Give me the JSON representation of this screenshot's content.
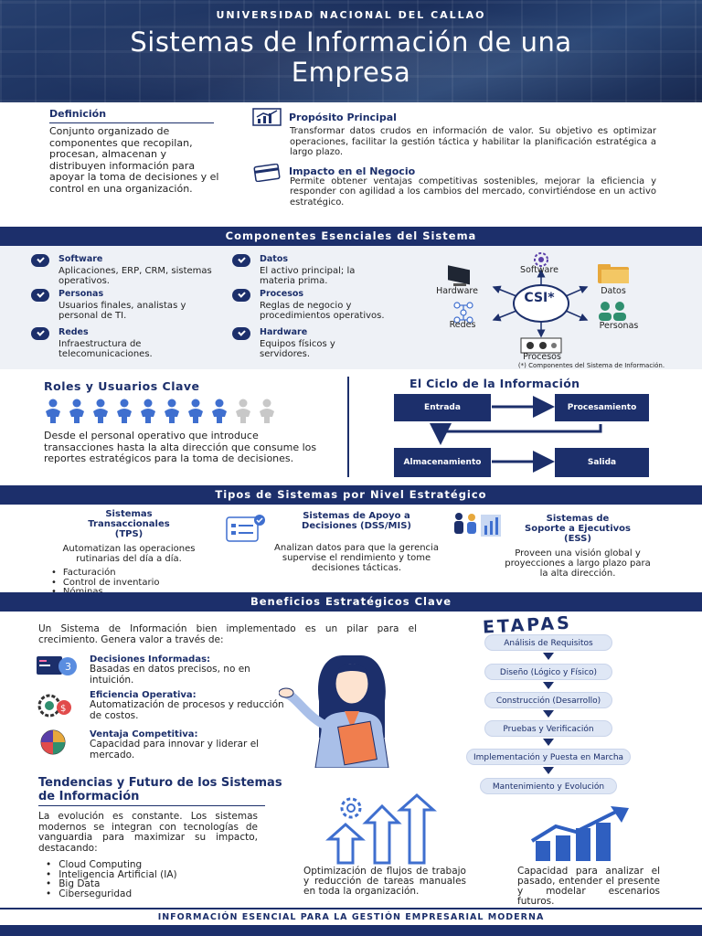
{
  "header": {
    "university": "UNIVERSIDAD NACIONAL DEL CALLAO",
    "title_line1": "Sistemas de Información de una",
    "title_line2": "Empresa"
  },
  "definition": {
    "title": "Definición",
    "text": "Conjunto organizado de componentes que recopilan, procesan, almacenan y distribuyen información para apoyar la toma de decisiones y el control en una organización."
  },
  "purpose": {
    "title": "Propósito Principal",
    "text": "Transformar datos crudos en información de valor. Su objetivo es optimizar operaciones, facilitar la gestión táctica y habilitar la planificación estratégica a largo plazo.",
    "icon": "chart-icon"
  },
  "impact": {
    "title": "Impacto en el Negocio",
    "text": "Permite obtener ventajas competitivas sostenibles, mejorar la eficiencia y responder con agilidad a los cambios del mercado, convirtiéndose en un activo estratégico.",
    "icon": "card-icon"
  },
  "components": {
    "title": "Componentes Esenciales del Sistema",
    "items": [
      {
        "title": "Software",
        "text": "Aplicaciones, ERP, CRM, sistemas operativos."
      },
      {
        "title": "Personas",
        "text": "Usuarios finales, analistas y personal de TI."
      },
      {
        "title": "Redes",
        "text": "Infraestructura de telecomunicaciones."
      },
      {
        "title": "Datos",
        "text": "El activo principal; la materia prima."
      },
      {
        "title": "Procesos",
        "text": "Reglas de negocio y procedimientos operativos."
      },
      {
        "title": "Hardware",
        "text": "Equipos físicos y servidores."
      }
    ],
    "diagram": {
      "center": "CSI*",
      "software": "Software",
      "hardware": "Hardware",
      "datos": "Datos",
      "redes": "Redes",
      "personas": "Personas",
      "procesos": "Procesos",
      "note": "(*) Componentes del Sistema de Información."
    }
  },
  "roles": {
    "title": "Roles y Usuarios Clave",
    "text": "Desde el personal operativo que introduce transacciones hasta la alta dirección que consume los reportes estratégicos para la toma de decisiones.",
    "people_total": 10,
    "people_filled": 8
  },
  "cycle": {
    "title": "El Ciclo de la Información",
    "entrada": "Entrada",
    "procesamiento": "Procesamiento",
    "almacenamiento": "Almacenamiento",
    "salida": "Salida"
  },
  "types": {
    "title": "Tipos de Sistemas por Nivel Estratégico",
    "tps": {
      "title": "Sistemas Transaccionales (TPS)",
      "text": "Automatizan las operaciones rutinarias del día a día.",
      "bullets": [
        "Facturación",
        "Control de inventario",
        "Nóminas"
      ]
    },
    "dss": {
      "title": "Sistemas de Apoyo a Decisiones (DSS/MIS)",
      "text": "Analizan datos para que la gerencia supervise el rendimiento y tome decisiones tácticas."
    },
    "ess": {
      "title": "Sistemas de Soporte a Ejecutivos (ESS)",
      "text": "Proveen una visión global y proyecciones a largo plazo para la alta dirección."
    }
  },
  "benefits": {
    "title": "Beneficios Estratégicos Clave",
    "intro": "Un Sistema de Información bien implementado es un pilar para el crecimiento. Genera valor a través de:",
    "items": [
      {
        "title": "Decisiones Informadas:",
        "text": "Basadas en datos precisos, no en intuición."
      },
      {
        "title": "Eficiencia Operativa:",
        "text": "Automatización de procesos y reducción de costos."
      },
      {
        "title": "Ventaja Competitiva:",
        "text": "Capacidad para innovar y liderar el mercado."
      }
    ]
  },
  "etapas": {
    "title": "ETAPAS",
    "steps": [
      "Análisis de Requisitos",
      "Diseño (Lógico y Físico)",
      "Construcción (Desarrollo)",
      "Pruebas y Verificación",
      "Implementación y Puesta en Marcha",
      "Mantenimiento y Evolución"
    ]
  },
  "trends": {
    "title": "Tendencias y Futuro de los Sistemas de Información",
    "text": "La evolución es constante. Los sistemas modernos se integran con tecnologías de vanguardia para maximizar su impacto, destacando:",
    "bullets": [
      "Cloud Computing",
      "Inteligencia Artificial (IA)",
      "Big Data",
      "Ciberseguridad"
    ],
    "optimization": "Optimización de flujos de trabajo y reducción de tareas manuales en toda la organización.",
    "capacity": "Capacidad para analizar el pasado, entender el presente y modelar escenarios futuros."
  },
  "footer": "INFORMACIÓN ESENCIAL PARA LA GESTIÓN EMPRESARIAL MODERNA",
  "colors": {
    "navy": "#1c2f6b",
    "light": "#eef1f6",
    "blue": "#3f6fcf"
  }
}
